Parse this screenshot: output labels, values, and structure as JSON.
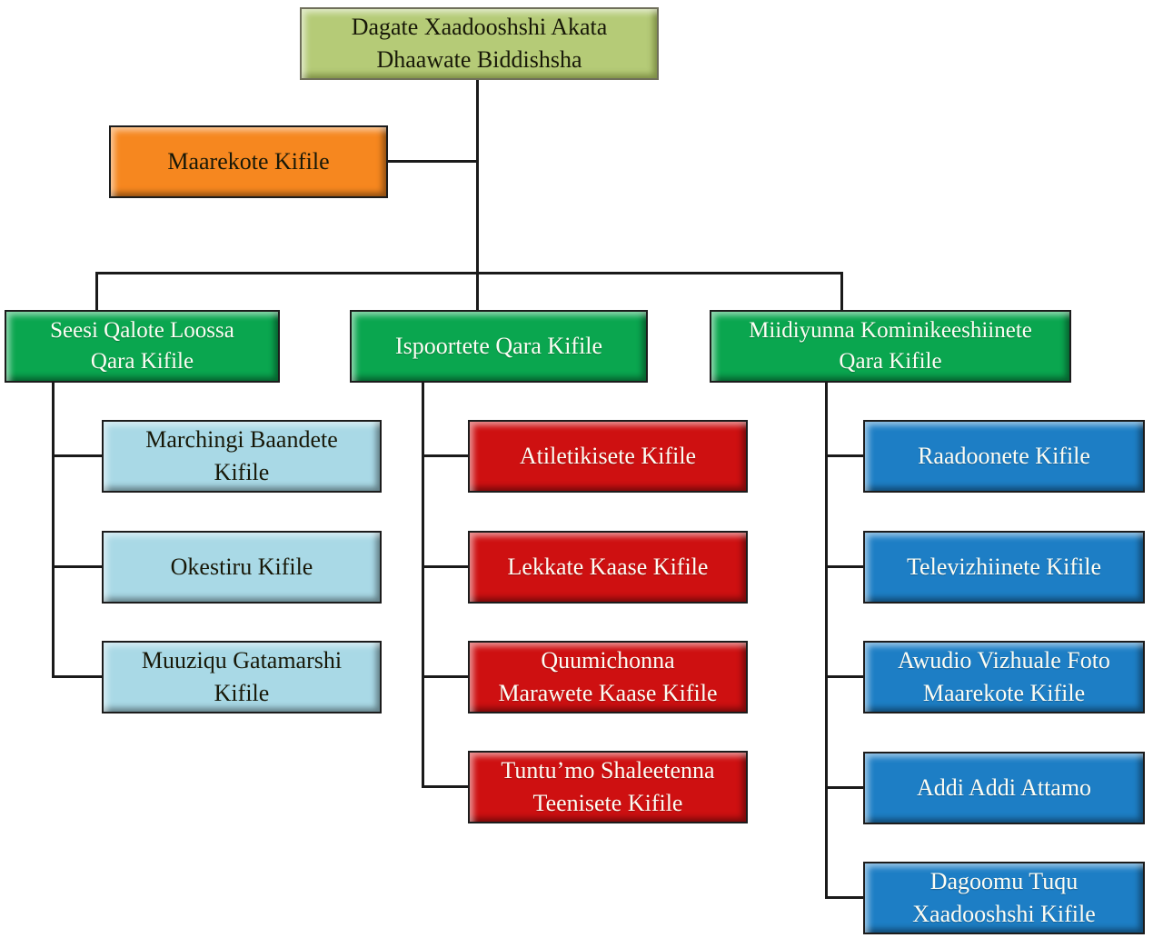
{
  "chart": {
    "type": "org-chart",
    "line_color": "#1a1a1a",
    "root": {
      "label": "Dagate Xaadooshshi Akata\nDhaawate Biddishsha",
      "color": "#b5cb77",
      "text_color": "#181808"
    },
    "staff": {
      "label": "Maarekote Kifile",
      "color": "#f6871f",
      "text_color": "#181808"
    },
    "branches": [
      {
        "label": "Seesi Qalote Loossa\nQara Kifile",
        "color": "#0aa64f",
        "text_color": "#fdfdf4",
        "children_color": "#a9d9e6",
        "children_text_color": "#181808",
        "children": [
          {
            "label": "Marchingi Baandete\nKifile"
          },
          {
            "label": "Okestiru Kifile"
          },
          {
            "label": "Muuziqu Gatamarshi\nKifile"
          }
        ]
      },
      {
        "label": "Ispoortete Qara Kifile",
        "color": "#0aa64f",
        "text_color": "#fdfdf4",
        "children_color": "#ce1011",
        "children_text_color": "#fdfdf4",
        "children": [
          {
            "label": "Atiletikisete Kifile"
          },
          {
            "label": "Lekkate Kaase Kifile"
          },
          {
            "label": "Quumichonna\nMarawete Kaase Kifile"
          },
          {
            "label": "Tuntu’mo Shaleetenna\nTeenisete Kifile"
          }
        ]
      },
      {
        "label": "Miidiyunna Kominikeeshiinete\nQara Kifile",
        "color": "#0aa64f",
        "text_color": "#fdfdf4",
        "children_color": "#1d7ec5",
        "children_text_color": "#fdfdf4",
        "children": [
          {
            "label": "Raadoonete Kifile"
          },
          {
            "label": "Televizhiinete Kifile"
          },
          {
            "label": "Awudio Vizhuale Foto\nMaarekote Kifile"
          },
          {
            "label": "Addi Addi Attamo"
          },
          {
            "label": "Dagoomu Tuqu\nXaadooshshi Kifile"
          }
        ]
      }
    ]
  }
}
